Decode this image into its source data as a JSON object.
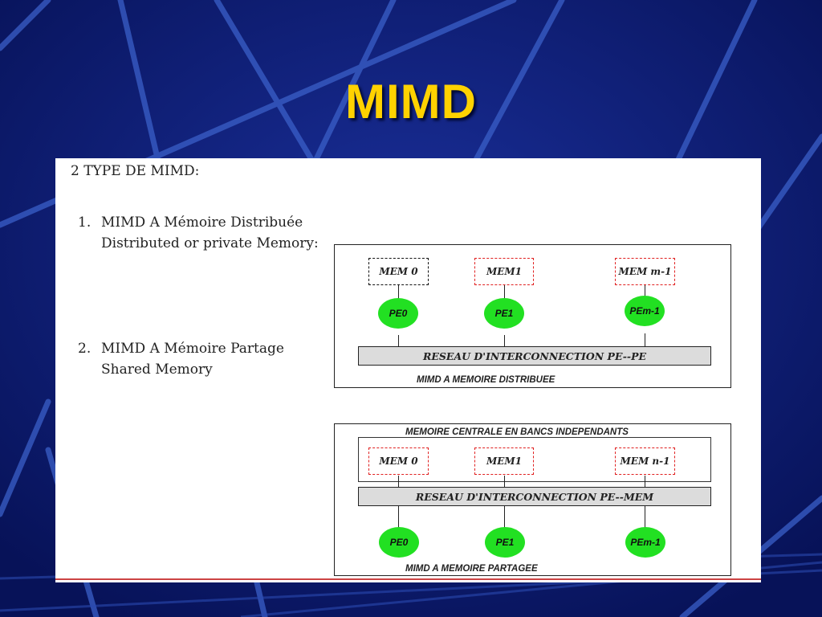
{
  "slide": {
    "title": "MIMD"
  },
  "doc": {
    "heading": "2 TYPE DE MIMD:",
    "items": [
      {
        "num": "1.",
        "line1": "MIMD A Mémoire Distribuée",
        "line2": "Distributed or private Memory:"
      },
      {
        "num": "2.",
        "line1": "MIMD A Mémoire Partage",
        "line2": "Shared Memory"
      }
    ]
  },
  "diagram_distributed": {
    "mems": [
      "MEM 0",
      "MEM1",
      "MEM m-1"
    ],
    "pes": [
      "PE0",
      "PE1",
      "PEm-1"
    ],
    "network": "RESEAU D'INTERCONNECTION PE--PE",
    "caption": "MIMD A MEMOIRE DISTRIBUEE"
  },
  "diagram_shared": {
    "bank_label": "MEMOIRE CENTRALE EN BANCS INDEPENDANTS",
    "mems": [
      "MEM 0",
      "MEM1",
      "MEM n-1"
    ],
    "network": "RESEAU  D'INTERCONNECTION PE--MEM",
    "pes": [
      "PE0",
      "PE1",
      "PEm-1"
    ],
    "caption": "MIMD A MEMOIRE PARTAGEE"
  },
  "colors": {
    "background": "#0b1a6e",
    "title": "#ffd200",
    "pe_fill": "#22e022",
    "mem_border": "#e02020"
  }
}
